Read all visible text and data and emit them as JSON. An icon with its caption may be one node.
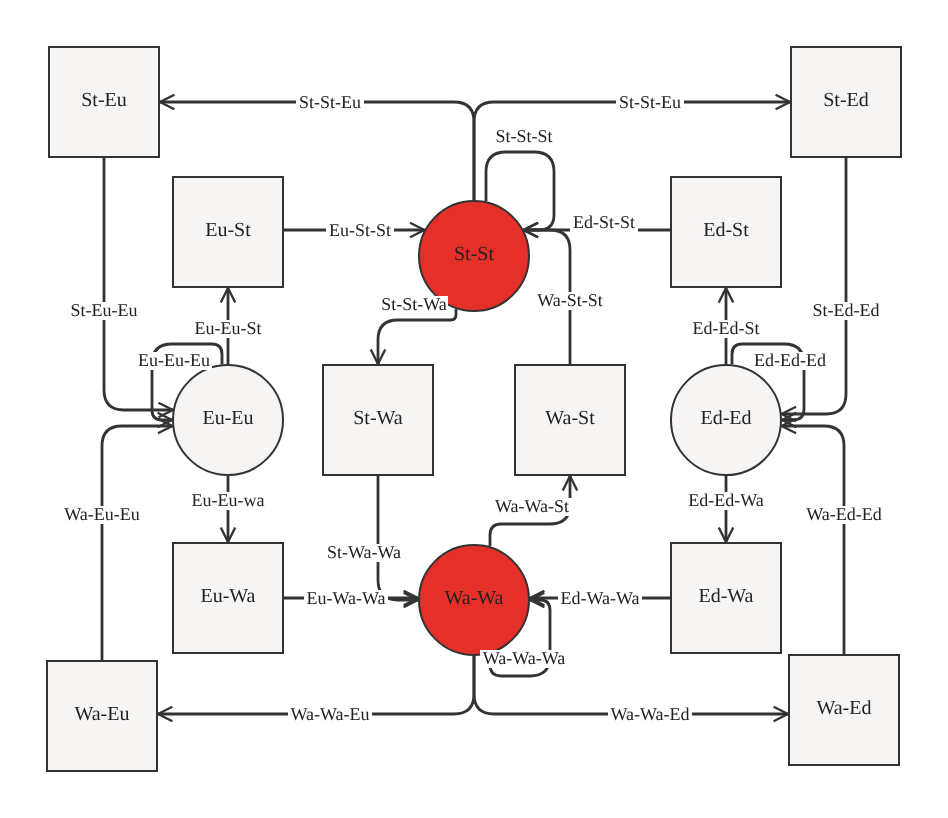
{
  "diagram": {
    "nodes": [
      {
        "text": [
          "St-Eu"
        ]
      },
      {
        "text": [
          "St-St"
        ]
      },
      {
        "text": [
          "St-Ed"
        ]
      },
      {
        "text": [
          "Eu-St"
        ]
      },
      {
        "text": [
          "Ed-St"
        ]
      },
      {
        "text": [
          "Eu-Eu"
        ]
      },
      {
        "text": [
          "St-Wa"
        ]
      },
      {
        "text": [
          "Wa-St"
        ]
      },
      {
        "text": [
          "Ed-Ed"
        ]
      },
      {
        "text": [
          "Eu-Wa"
        ]
      },
      {
        "text": [
          "Wa-Wa"
        ]
      },
      {
        "text": [
          "Ed-Wa"
        ]
      },
      {
        "text": [
          "Wa-Eu"
        ]
      },
      {
        "text": [
          "Wa-Ed"
        ]
      }
    ],
    "edges": [
      {
        "from": 1,
        "to": 0,
        "arrow": "to",
        "label": "St-St-Eu"
      },
      {
        "from": 1,
        "to": 2,
        "arrow": "to",
        "label": "St-St-Eu"
      },
      {
        "from": 1,
        "to": 1,
        "arrow": "to",
        "label": "St-St-St"
      },
      {
        "from": 3,
        "to": 1,
        "arrow": "to",
        "label": "Eu-St-St"
      },
      {
        "from": 4,
        "to": 1,
        "arrow": "to",
        "label": "Ed-St-St"
      },
      {
        "from": 7,
        "to": 1,
        "arrow": "to",
        "label": "Wa-St-St"
      },
      {
        "from": 1,
        "to": 6,
        "arrow": "to",
        "label": "St-St-Wa"
      },
      {
        "from": 0,
        "to": 5,
        "arrow": "to",
        "label": "St-Eu-Eu"
      },
      {
        "from": 5,
        "to": 3,
        "arrow": "to",
        "label": "Eu-Eu-St"
      },
      {
        "from": 5,
        "to": 5,
        "arrow": "to",
        "label": "Eu-Eu-Eu"
      },
      {
        "from": 5,
        "to": 9,
        "arrow": "to",
        "label": "Eu-Eu-wa"
      },
      {
        "from": 12,
        "to": 5,
        "arrow": "to",
        "label": "Wa-Eu-Eu"
      },
      {
        "from": 6,
        "to": 10,
        "arrow": "to",
        "label": "St-Wa-Wa"
      },
      {
        "from": 9,
        "to": 10,
        "arrow": "to",
        "label": "Eu-Wa-Wa"
      },
      {
        "from": 10,
        "to": 7,
        "arrow": "to",
        "label": "Wa-Wa-St"
      },
      {
        "from": 11,
        "to": 10,
        "arrow": "to",
        "label": "Ed-Wa-Wa"
      },
      {
        "from": 10,
        "to": 10,
        "arrow": "to",
        "label": "Wa-Wa-Wa"
      },
      {
        "from": 10,
        "to": 12,
        "arrow": "to",
        "label": "Wa-Wa-Eu"
      },
      {
        "from": 10,
        "to": 13,
        "arrow": "to",
        "label": "Wa-Wa-Ed"
      },
      {
        "from": 8,
        "to": 4,
        "arrow": "to",
        "label": "Ed-Ed-St"
      },
      {
        "from": 8,
        "to": 8,
        "arrow": "to",
        "label": "Ed-Ed-Ed"
      },
      {
        "from": 8,
        "to": 11,
        "arrow": "to",
        "label": "Ed-Ed-Wa"
      },
      {
        "from": 2,
        "to": 8,
        "arrow": "to",
        "label": "St-Ed-Ed"
      },
      {
        "from": 13,
        "to": 8,
        "arrow": "to",
        "label": "Wa-Ed-Ed"
      }
    ]
  }
}
